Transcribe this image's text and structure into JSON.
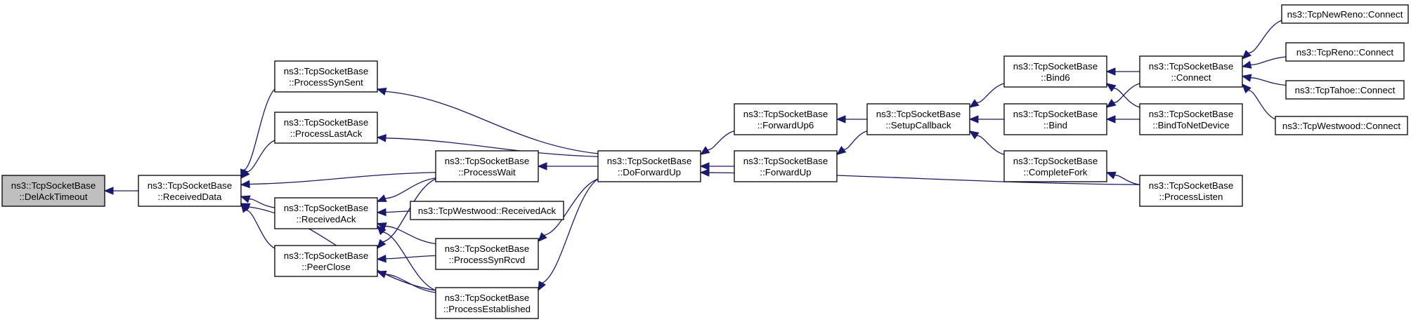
{
  "nodes": [
    {
      "id": "delacktimeout",
      "lines": [
        "ns3::TcpSocketBase",
        "::DelAckTimeout"
      ],
      "root": true
    },
    {
      "id": "receiveddata",
      "lines": [
        "ns3::TcpSocketBase",
        "::ReceivedData"
      ]
    },
    {
      "id": "processsynsent",
      "lines": [
        "ns3::TcpSocketBase",
        "::ProcessSynSent"
      ]
    },
    {
      "id": "processlastack",
      "lines": [
        "ns3::TcpSocketBase",
        "::ProcessLastAck"
      ]
    },
    {
      "id": "receivedack",
      "lines": [
        "ns3::TcpSocketBase",
        "::ReceivedAck"
      ]
    },
    {
      "id": "peerclose",
      "lines": [
        "ns3::TcpSocketBase",
        "::PeerClose"
      ]
    },
    {
      "id": "processwait",
      "lines": [
        "ns3::TcpSocketBase",
        "::ProcessWait"
      ]
    },
    {
      "id": "westwoodreceivedack",
      "lines": [
        "ns3::TcpWestwood::ReceivedAck"
      ]
    },
    {
      "id": "processsynrcvd",
      "lines": [
        "ns3::TcpSocketBase",
        "::ProcessSynRcvd"
      ]
    },
    {
      "id": "processestablished",
      "lines": [
        "ns3::TcpSocketBase",
        "::ProcessEstablished"
      ]
    },
    {
      "id": "doforwardup",
      "lines": [
        "ns3::TcpSocketBase",
        "::DoForwardUp"
      ]
    },
    {
      "id": "forwardup6",
      "lines": [
        "ns3::TcpSocketBase",
        "::ForwardUp6"
      ]
    },
    {
      "id": "forwardup",
      "lines": [
        "ns3::TcpSocketBase",
        "::ForwardUp"
      ]
    },
    {
      "id": "setupcallback",
      "lines": [
        "ns3::TcpSocketBase",
        "::SetupCallback"
      ]
    },
    {
      "id": "bind6",
      "lines": [
        "ns3::TcpSocketBase",
        "::Bind6"
      ]
    },
    {
      "id": "bind",
      "lines": [
        "ns3::TcpSocketBase",
        "::Bind"
      ]
    },
    {
      "id": "completefork",
      "lines": [
        "ns3::TcpSocketBase",
        "::CompleteFork"
      ]
    },
    {
      "id": "connect",
      "lines": [
        "ns3::TcpSocketBase",
        "::Connect"
      ]
    },
    {
      "id": "bindtonetdevice",
      "lines": [
        "ns3::TcpSocketBase",
        "::BindToNetDevice"
      ]
    },
    {
      "id": "processlisten",
      "lines": [
        "ns3::TcpSocketBase",
        "::ProcessListen"
      ]
    },
    {
      "id": "newrenoconnect",
      "lines": [
        "ns3::TcpNewReno::Connect"
      ]
    },
    {
      "id": "renoconnect",
      "lines": [
        "ns3::TcpReno::Connect"
      ]
    },
    {
      "id": "tahoeconnect",
      "lines": [
        "ns3::TcpTahoe::Connect"
      ]
    },
    {
      "id": "westwoodconnect",
      "lines": [
        "ns3::TcpWestwood::Connect"
      ]
    }
  ],
  "edges": [
    {
      "from": "receiveddata",
      "to": "delacktimeout"
    },
    {
      "from": "processsynsent",
      "to": "receiveddata"
    },
    {
      "from": "processlastack",
      "to": "receiveddata"
    },
    {
      "from": "processwait",
      "to": "receiveddata"
    },
    {
      "from": "receivedack",
      "to": "receiveddata"
    },
    {
      "from": "peerclose",
      "to": "receiveddata"
    },
    {
      "from": "processestablished",
      "to": "receiveddata"
    },
    {
      "from": "doforwardup",
      "to": "processsynsent"
    },
    {
      "from": "doforwardup",
      "to": "processlastack"
    },
    {
      "from": "processwait",
      "to": "receivedack"
    },
    {
      "from": "westwoodreceivedack",
      "to": "receivedack"
    },
    {
      "from": "processsynrcvd",
      "to": "receivedack"
    },
    {
      "from": "processestablished",
      "to": "receivedack"
    },
    {
      "from": "processwait",
      "to": "peerclose"
    },
    {
      "from": "processsynrcvd",
      "to": "peerclose"
    },
    {
      "from": "processestablished",
      "to": "peerclose"
    },
    {
      "from": "doforwardup",
      "to": "processwait"
    },
    {
      "from": "doforwardup",
      "to": "processsynrcvd"
    },
    {
      "from": "doforwardup",
      "to": "processestablished"
    },
    {
      "from": "forwardup6",
      "to": "doforwardup"
    },
    {
      "from": "forwardup",
      "to": "doforwardup"
    },
    {
      "from": "setupcallback",
      "to": "forwardup6"
    },
    {
      "from": "setupcallback",
      "to": "forwardup"
    },
    {
      "from": "bind6",
      "to": "setupcallback"
    },
    {
      "from": "bind",
      "to": "setupcallback"
    },
    {
      "from": "completefork",
      "to": "setupcallback"
    },
    {
      "from": "connect",
      "to": "bind6"
    },
    {
      "from": "bindtonetdevice",
      "to": "bind6"
    },
    {
      "from": "connect",
      "to": "bind"
    },
    {
      "from": "bindtonetdevice",
      "to": "bind"
    },
    {
      "from": "processlisten",
      "to": "completefork"
    },
    {
      "from": "processlisten",
      "to": "doforwardup"
    },
    {
      "from": "newrenoconnect",
      "to": "connect"
    },
    {
      "from": "renoconnect",
      "to": "connect"
    },
    {
      "from": "tahoeconnect",
      "to": "connect"
    },
    {
      "from": "westwoodconnect",
      "to": "connect"
    }
  ],
  "colors": {
    "edge": "#191970",
    "root_fill": "#bfbfbf",
    "node_fill": "#ffffff",
    "node_border": "#000000"
  }
}
